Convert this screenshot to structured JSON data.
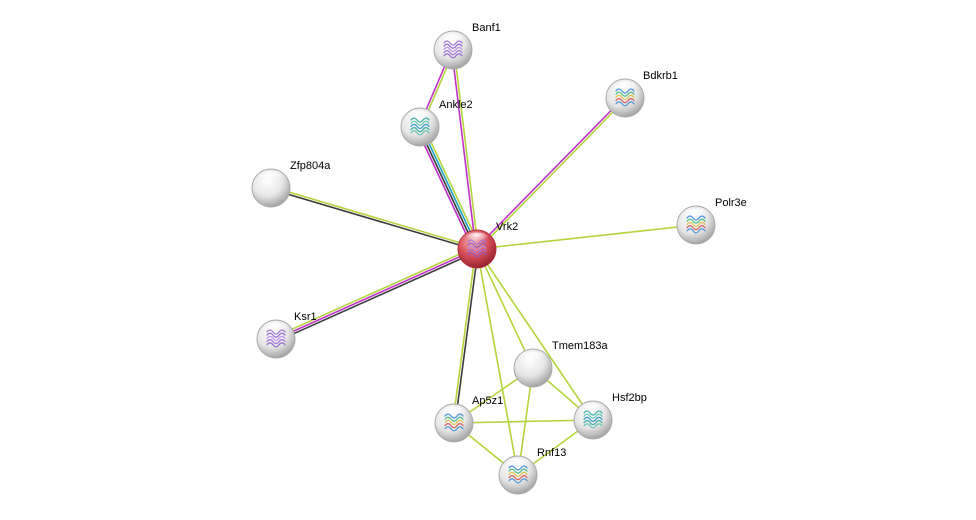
{
  "network": {
    "colors": {
      "query_node": "#d9505a",
      "partner_node": "#d8d8d8",
      "textmining": "#b4d43c",
      "experiments": "#c030c8",
      "coexpression": "#3c3c3c",
      "databases": "#1ea0c8"
    },
    "nodes": [
      {
        "id": "Vrk2",
        "label": "Vrk2",
        "type": "query",
        "structure": "purple"
      },
      {
        "id": "Banf1",
        "label": "Banf1",
        "type": "partner",
        "structure": "purple"
      },
      {
        "id": "Ankle2",
        "label": "Ankle2",
        "type": "partner",
        "structure": "teal"
      },
      {
        "id": "Bdkrb1",
        "label": "Bdkrb1",
        "type": "partner",
        "structure": "multi"
      },
      {
        "id": "Zfp804a",
        "label": "Zfp804a",
        "type": "partner",
        "structure": "none"
      },
      {
        "id": "Polr3e",
        "label": "Polr3e",
        "type": "partner",
        "structure": "multi"
      },
      {
        "id": "Ksr1",
        "label": "Ksr1",
        "type": "partner",
        "structure": "purple"
      },
      {
        "id": "Tmem183a",
        "label": "Tmem183a",
        "type": "partner",
        "structure": "none"
      },
      {
        "id": "Hsf2bp",
        "label": "Hsf2bp",
        "type": "partner",
        "structure": "teal"
      },
      {
        "id": "Ap5z1",
        "label": "Ap5z1",
        "type": "partner",
        "structure": "multi"
      },
      {
        "id": "Rnf13",
        "label": "Rnf13",
        "type": "partner",
        "structure": "multi"
      }
    ],
    "edges": [
      {
        "source": "Vrk2",
        "target": "Banf1",
        "evidence": [
          "experiments",
          "textmining"
        ]
      },
      {
        "source": "Vrk2",
        "target": "Ankle2",
        "evidence": [
          "experiments",
          "coexpression",
          "databases",
          "textmining"
        ]
      },
      {
        "source": "Ankle2",
        "target": "Banf1",
        "evidence": [
          "experiments",
          "textmining"
        ]
      },
      {
        "source": "Vrk2",
        "target": "Bdkrb1",
        "evidence": [
          "experiments",
          "textmining"
        ]
      },
      {
        "source": "Vrk2",
        "target": "Zfp804a",
        "evidence": [
          "coexpression",
          "textmining"
        ]
      },
      {
        "source": "Vrk2",
        "target": "Polr3e",
        "evidence": [
          "textmining"
        ]
      },
      {
        "source": "Vrk2",
        "target": "Ksr1",
        "evidence": [
          "coexpression",
          "experiments",
          "textmining"
        ]
      },
      {
        "source": "Vrk2",
        "target": "Ap5z1",
        "evidence": [
          "coexpression",
          "textmining"
        ]
      },
      {
        "source": "Vrk2",
        "target": "Tmem183a",
        "evidence": [
          "textmining"
        ]
      },
      {
        "source": "Vrk2",
        "target": "Hsf2bp",
        "evidence": [
          "textmining"
        ]
      },
      {
        "source": "Vrk2",
        "target": "Rnf13",
        "evidence": [
          "textmining"
        ]
      },
      {
        "source": "Tmem183a",
        "target": "Ap5z1",
        "evidence": [
          "textmining"
        ]
      },
      {
        "source": "Tmem183a",
        "target": "Rnf13",
        "evidence": [
          "textmining"
        ]
      },
      {
        "source": "Tmem183a",
        "target": "Hsf2bp",
        "evidence": [
          "textmining"
        ]
      },
      {
        "source": "Ap5z1",
        "target": "Hsf2bp",
        "evidence": [
          "textmining"
        ]
      },
      {
        "source": "Ap5z1",
        "target": "Rnf13",
        "evidence": [
          "textmining"
        ]
      },
      {
        "source": "Rnf13",
        "target": "Hsf2bp",
        "evidence": [
          "textmining"
        ]
      }
    ]
  }
}
